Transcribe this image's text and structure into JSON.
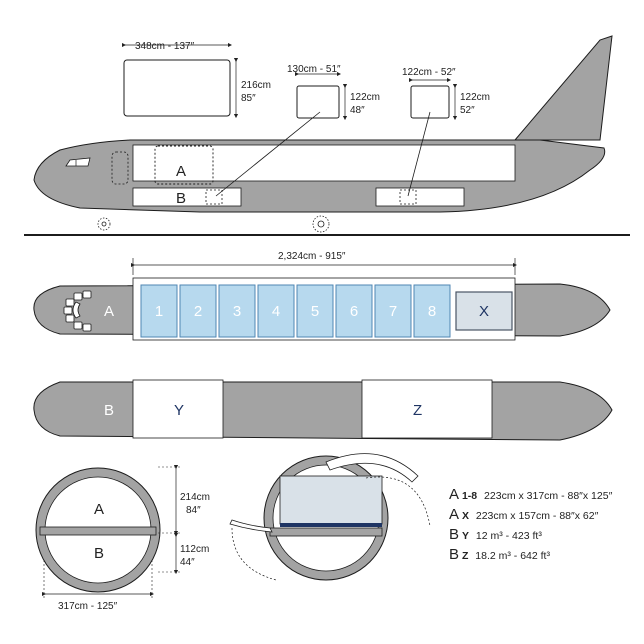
{
  "colors": {
    "fuselage": "#a3a3a3",
    "outline": "#1c1c1c",
    "uld_fill": "#b7d9ee",
    "uld_stroke": "#4f86b3",
    "x_fill": "#d9e1e8",
    "door_blue": "#1f3564",
    "window_fill": "#ffffff"
  },
  "side_view": {
    "lower_hold_container": {
      "width": "348cm - 137″",
      "height_cm": "216cm",
      "height_in": "85″"
    },
    "pallet_one": {
      "width": "130cm - 51″",
      "height_cm": "122cm",
      "height_in": "48″"
    },
    "pallet_two": {
      "width": "122cm - 52″",
      "height_cm": "122cm",
      "height_in": "52″"
    },
    "zone_main": "A",
    "zone_lower": "B"
  },
  "plan_main": {
    "length": "2,324cm - 915″",
    "zone": "A",
    "positions": [
      "1",
      "2",
      "3",
      "4",
      "5",
      "6",
      "7",
      "8"
    ],
    "extra_position": "X"
  },
  "plan_lower": {
    "zone": "B",
    "positions": [
      "Y",
      "Z"
    ]
  },
  "cross_section": {
    "upper_zone": "A",
    "lower_zone": "B",
    "upper_height_cm": "214cm",
    "upper_height_in": "84″",
    "lower_height_cm": "112cm",
    "lower_height_in": "44″",
    "width": "317cm - 125″"
  },
  "specs": [
    {
      "zone": "A",
      "id": "1-8",
      "detail": "223cm x 317cm - 88″x 125″"
    },
    {
      "zone": "A",
      "id": "X",
      "detail": "223cm x 157cm - 88″x 62″"
    },
    {
      "zone": "B",
      "id": "Y",
      "detail": "12 m³ - 423 ft³"
    },
    {
      "zone": "B",
      "id": "Z",
      "detail": "18.2 m³ - 642 ft³"
    }
  ]
}
